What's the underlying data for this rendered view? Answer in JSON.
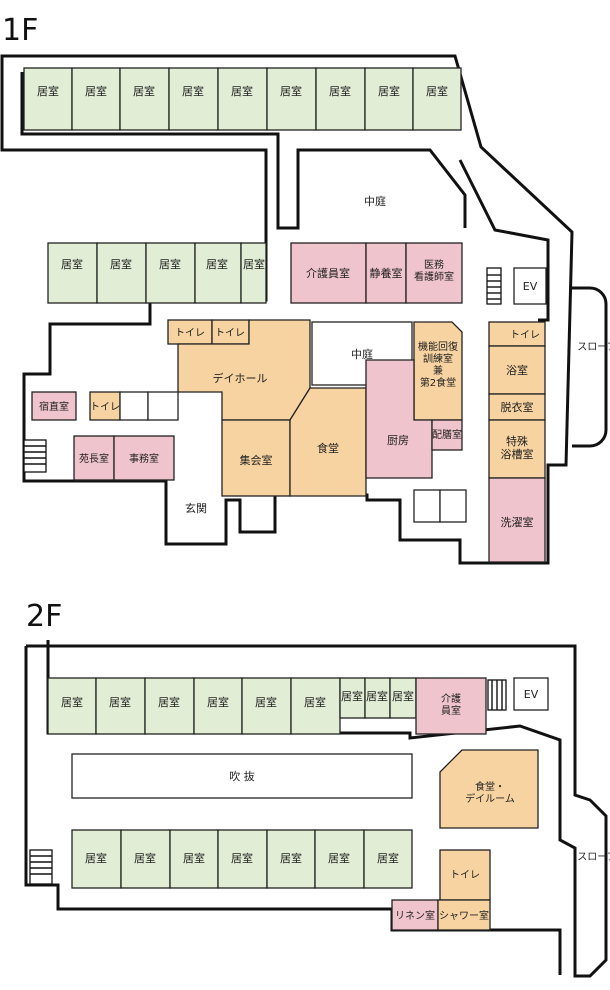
{
  "floor1": {
    "title": "1F",
    "room_kyoshitsu": "居室",
    "courtyard_top": "中庭",
    "courtyard_mid": "中庭",
    "caregiver_room": "介護員室",
    "quiet_room": "静養室",
    "medical_nurse_room": "医務\n看護師室",
    "ev": "EV",
    "slope": "スロープ",
    "toilet": "トイレ",
    "day_hall": "デイホール",
    "rehab_room": "機能回復\n訓練室\n兼\n第2食堂",
    "bath": "浴室",
    "dressing_room": "脱衣室",
    "night_duty_room": "宿直室",
    "director_room": "苑長室",
    "office": "事務室",
    "assembly_room": "集会室",
    "dining": "食堂",
    "kitchen": "厨房",
    "serving_room": "配膳室",
    "special_bath": "特殊\n浴槽室",
    "laundry": "洗濯室",
    "entrance": "玄関"
  },
  "floor2": {
    "title": "2F",
    "room_kyoshitsu": "居室",
    "caregiver_room": "介護\n員室",
    "ev": "EV",
    "atrium": "吹 抜",
    "dining_dayroom": "食堂・\nデイルーム",
    "toilet": "トイレ",
    "linen_room": "リネン室",
    "shower_room": "シャワー室",
    "slope": "スロープ"
  },
  "colors": {
    "resident_room": "#e2edd5",
    "staff_room": "#efc4cc",
    "common_room": "#f6d3a0",
    "wall": "#111111"
  }
}
